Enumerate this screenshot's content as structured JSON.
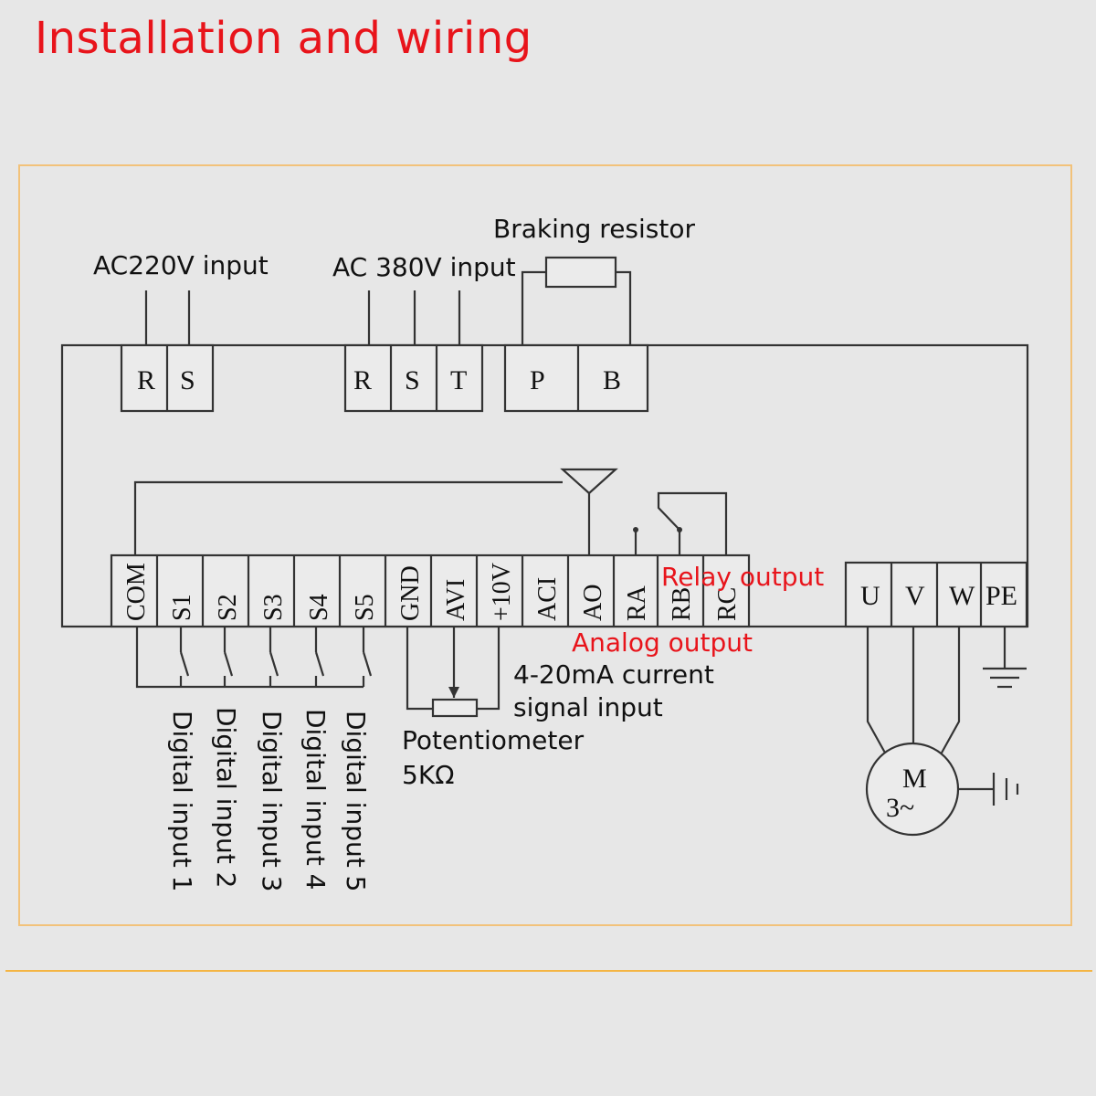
{
  "title": "Installation and wiring",
  "labels": {
    "ac220": "AC220V input",
    "ac380": "AC 380V input",
    "braking": "Braking resistor",
    "relay_output": "Relay output",
    "analog_output": "Analog output",
    "current_input_1": "4-20mA current",
    "current_input_2": "signal input",
    "potentiometer_1": "Potentiometer",
    "potentiometer_2": "5KΩ",
    "digital_inputs": [
      "Digital input 1",
      "Digital input 2",
      "Digital input 3",
      "Digital input 4",
      "Digital input 5"
    ]
  },
  "terminals": {
    "ac220": [
      "R",
      "S"
    ],
    "ac380": [
      "R",
      "S",
      "T"
    ],
    "brake": [
      "P",
      "B"
    ],
    "control": [
      "COM",
      "S1",
      "S2",
      "S3",
      "S4",
      "S5",
      "GND",
      "AVI",
      "+10V",
      "ACI",
      "AO",
      "RA",
      "RB",
      "RC"
    ],
    "output": [
      "U",
      "V",
      "W",
      "PE"
    ]
  },
  "motor": {
    "line1": "M",
    "line2": "3~"
  },
  "colors": {
    "accent_red": "#e8141b",
    "frame": "#f2c27a",
    "rule": "#f4b544"
  }
}
